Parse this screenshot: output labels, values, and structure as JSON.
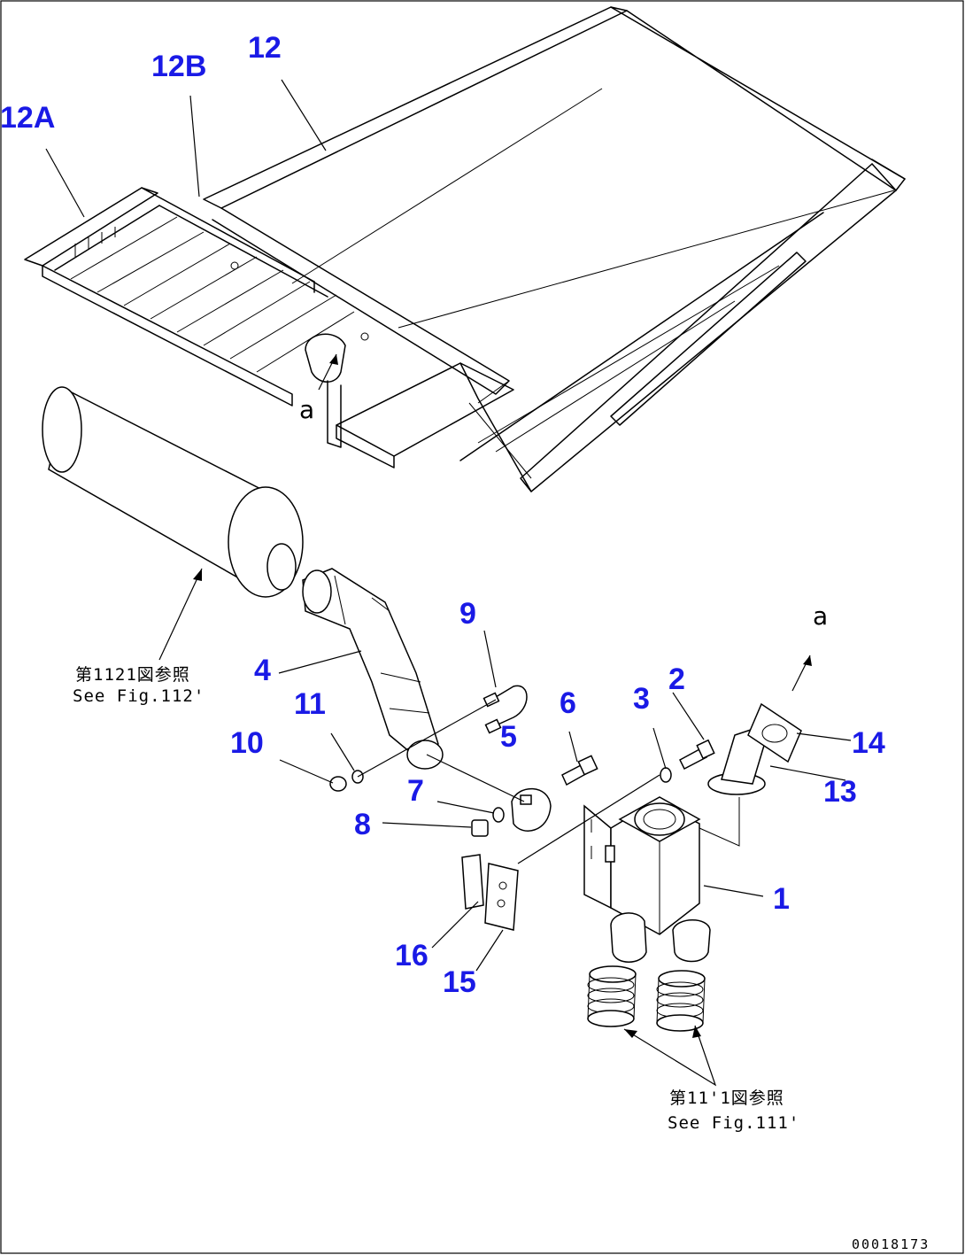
{
  "callouts": {
    "c12A": "12A",
    "c12B": "12B",
    "c12": "12",
    "c4": "4",
    "c9": "9",
    "c2": "2",
    "c3": "3",
    "c6": "6",
    "c5": "5",
    "c11": "11",
    "c10": "10",
    "c7": "7",
    "c8": "8",
    "c1": "1",
    "c13": "13",
    "c14": "14",
    "c16": "16",
    "c15": "15"
  },
  "notes": {
    "muffler_ref_jp": "第1121図参照",
    "muffler_ref_en": "See Fig.112'",
    "hose_ref_jp": "第11'1図参照",
    "hose_ref_en": "See Fig.111'"
  },
  "connection_marks": {
    "a_upper": "a",
    "a_lower": "a"
  },
  "drawing_number": "00018173"
}
